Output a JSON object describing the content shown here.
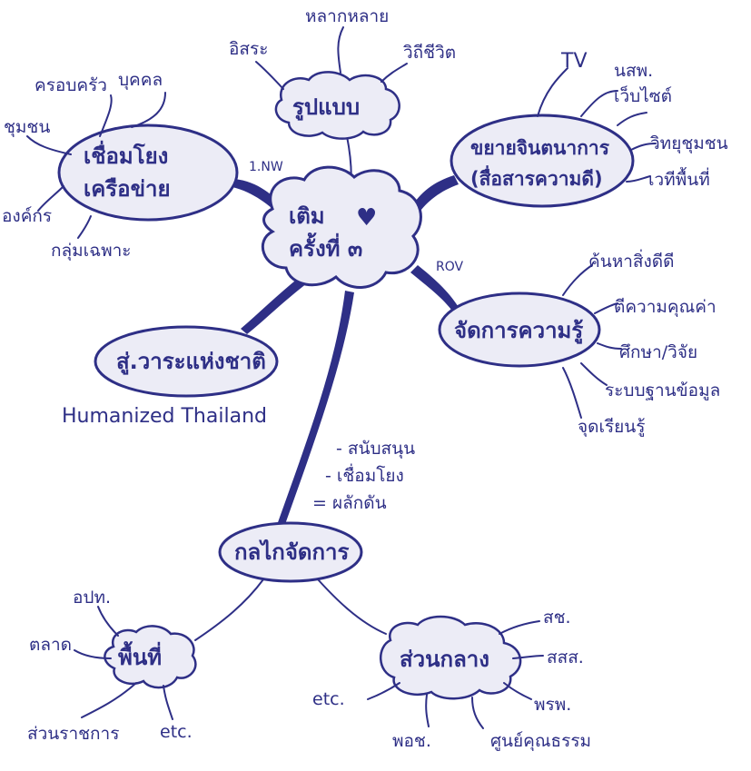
{
  "center": {
    "line1": "เติม",
    "line2": "ครั้งที่ ๓",
    "heart": "♥"
  },
  "nodes": {
    "top": {
      "label": "รูปแบบ",
      "leaves": [
        "อิสระ",
        "หลากหลาย",
        "วิถีชีวิต"
      ]
    },
    "left_upper": {
      "line1": "เชื่อมโยง",
      "line2": "เครือข่าย",
      "link_label": "1.NW",
      "leaves": [
        "ครอบครัว",
        "บุคคล",
        "ชุมชน",
        "องค์กร",
        "กลุ่มเฉพาะ"
      ]
    },
    "right_upper": {
      "line1": "ขยายจินตนาการ",
      "line2": "(สื่อสารความดี)",
      "leaves": [
        "TV",
        "นสพ.",
        "เว็บไซต์",
        "วิทยุชุมชน",
        "เวทีพื้นที่"
      ]
    },
    "right_lower": {
      "label": "จัดการความรู้",
      "link_label": "ROV",
      "leaves": [
        "ค้นหาสิ่งดีดี",
        "ตีความคุณค่า",
        "ศึกษา/วิจัย",
        "ระบบฐานข้อมูล",
        "จุดเรียนรู้"
      ]
    },
    "left_lower": {
      "label": "สู่.วาระแห่งชาติ",
      "caption": "Humanized Thailand"
    },
    "bottom": {
      "label": "กลไกจัดการ",
      "notes": [
        "- สนับสนุน",
        "- เชื่อมโยง",
        "= ผลักดัน"
      ]
    },
    "area": {
      "label": "พื้นที่",
      "leaves": [
        "อปท.",
        "ตลาด",
        "ส่วนราชการ",
        "etc."
      ]
    },
    "central": {
      "label": "ส่วนกลาง",
      "leaves": [
        "สช.",
        "สสส.",
        "พรพ.",
        "ศูนย์คุณธรรม",
        "พอช.",
        "etc."
      ]
    }
  }
}
